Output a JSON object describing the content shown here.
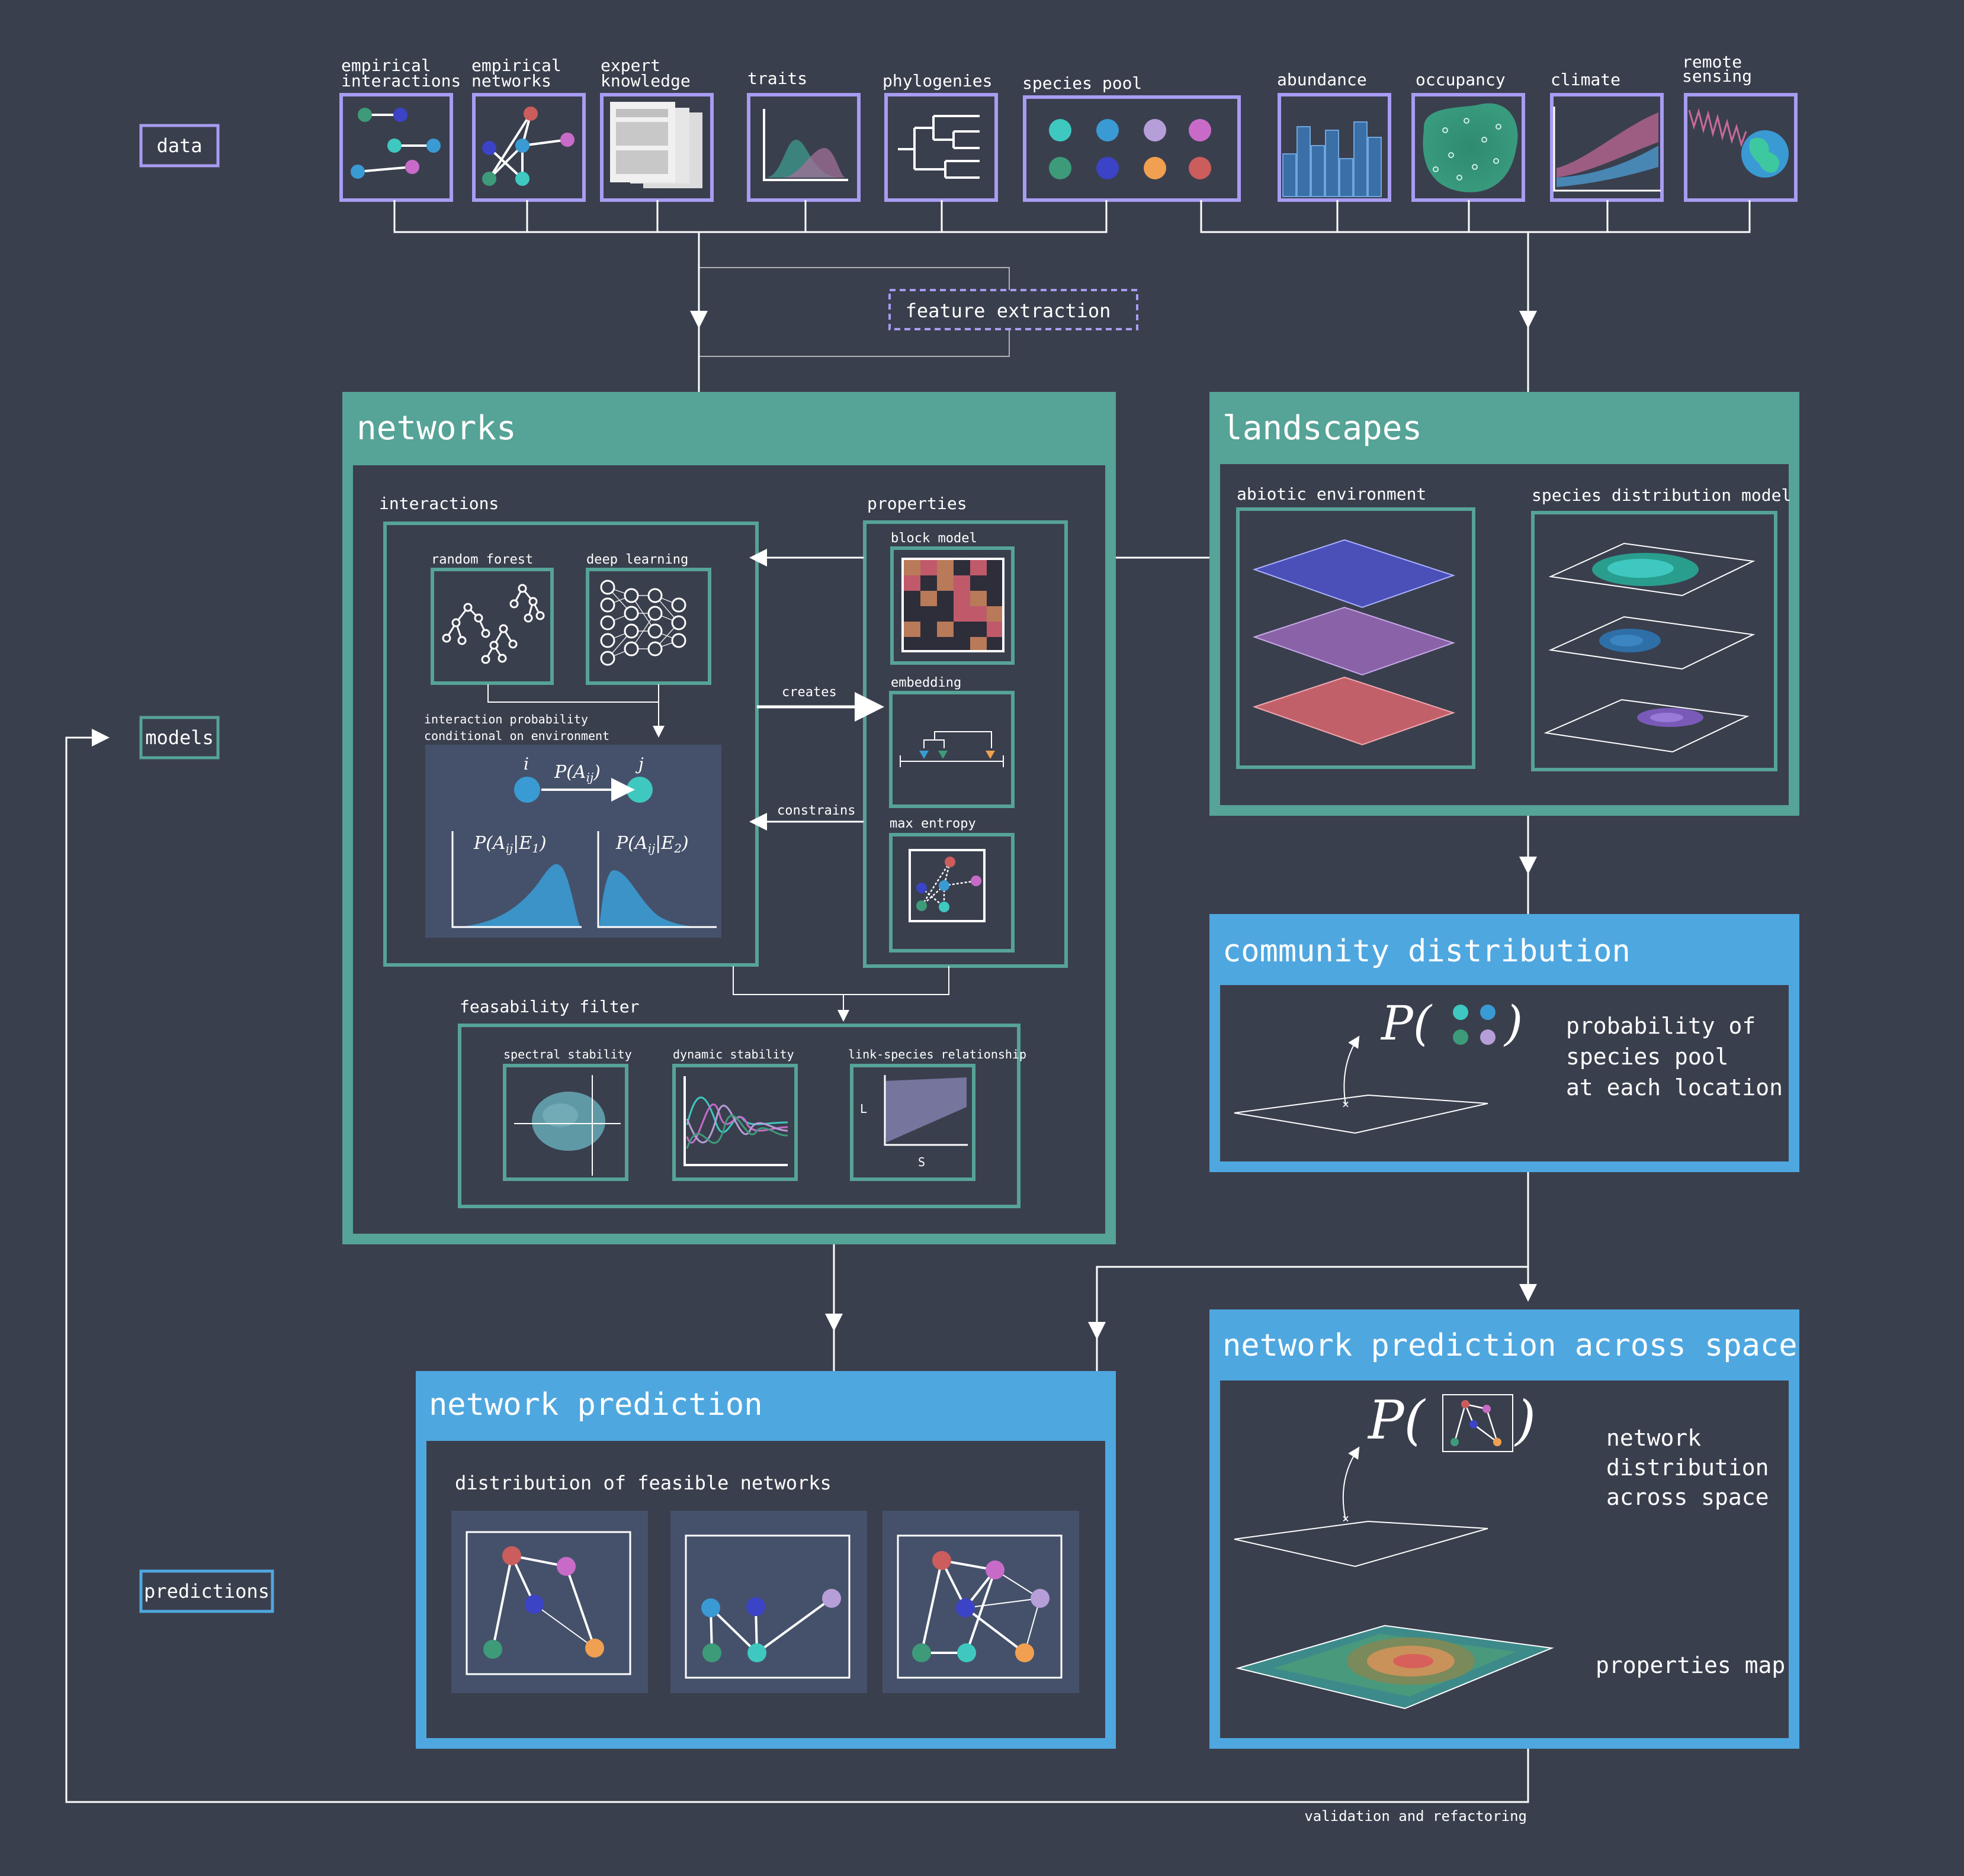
{
  "colors": {
    "background": "#3a3f4d",
    "data": "#a89cf2",
    "models": "#56a397",
    "predictions": "#4fa7e0",
    "panel": "#3a3f4d",
    "inner_panel": "#45516a",
    "white": "#ffffff",
    "teal": "#3ec8c0",
    "blue": "#3a9ad3",
    "indigo": "#3b43c6",
    "violet": "#b69ed8",
    "magenta": "#c86bc8",
    "green": "#3d9b7a",
    "orange": "#f0a050",
    "red": "#cc5d5d"
  },
  "legend": {
    "data": "data",
    "models": "models",
    "predictions": "predictions"
  },
  "data_sources": {
    "empirical_interactions": "empirical\ninteractions",
    "empirical_networks": "empirical\nnetworks",
    "expert_knowledge": "expert\nknowledge",
    "traits": "traits",
    "phylogenies": "phylogenies",
    "species_pool": "species pool",
    "abundance": "abundance",
    "occupancy": "occupancy",
    "climate": "climate",
    "remote_sensing": "remote\nsensing"
  },
  "feature_extraction": "feature extraction",
  "networks": {
    "title": "networks",
    "interactions": "interactions",
    "random_forest": "random forest",
    "deep_learning": "deep learning",
    "interaction_probability": "interaction probability\nconditional on environment",
    "node_i": "i",
    "node_j": "j",
    "p_aij": "P(A",
    "p_e1": "P(A",
    "p_e2": "P(A",
    "properties": "properties",
    "block_model": "block model",
    "embedding": "embedding",
    "max_entropy": "max entropy",
    "creates": "creates",
    "constrains": "constrains",
    "feasability_filter": "feasability filter",
    "spectral_stability": "spectral stability",
    "dynamic_stability": "dynamic stability",
    "link_species": "link-species relationship",
    "axis_L": "L",
    "axis_S": "S"
  },
  "landscapes": {
    "title": "landscapes",
    "abiotic": "abiotic environment",
    "sdm": "species distribution model"
  },
  "community": {
    "title": "community distribution",
    "p": "P(",
    "p_close": ")",
    "desc": "probability of\nspecies pool\nat each location"
  },
  "network_prediction": {
    "title": "network prediction",
    "subtitle": "distribution of feasible networks"
  },
  "nps": {
    "title": "network prediction across space",
    "p": "P(",
    "p_close": ")",
    "desc": "network\ndistribution\nacross space",
    "map": "properties map"
  },
  "validation": "validation and refactoring"
}
